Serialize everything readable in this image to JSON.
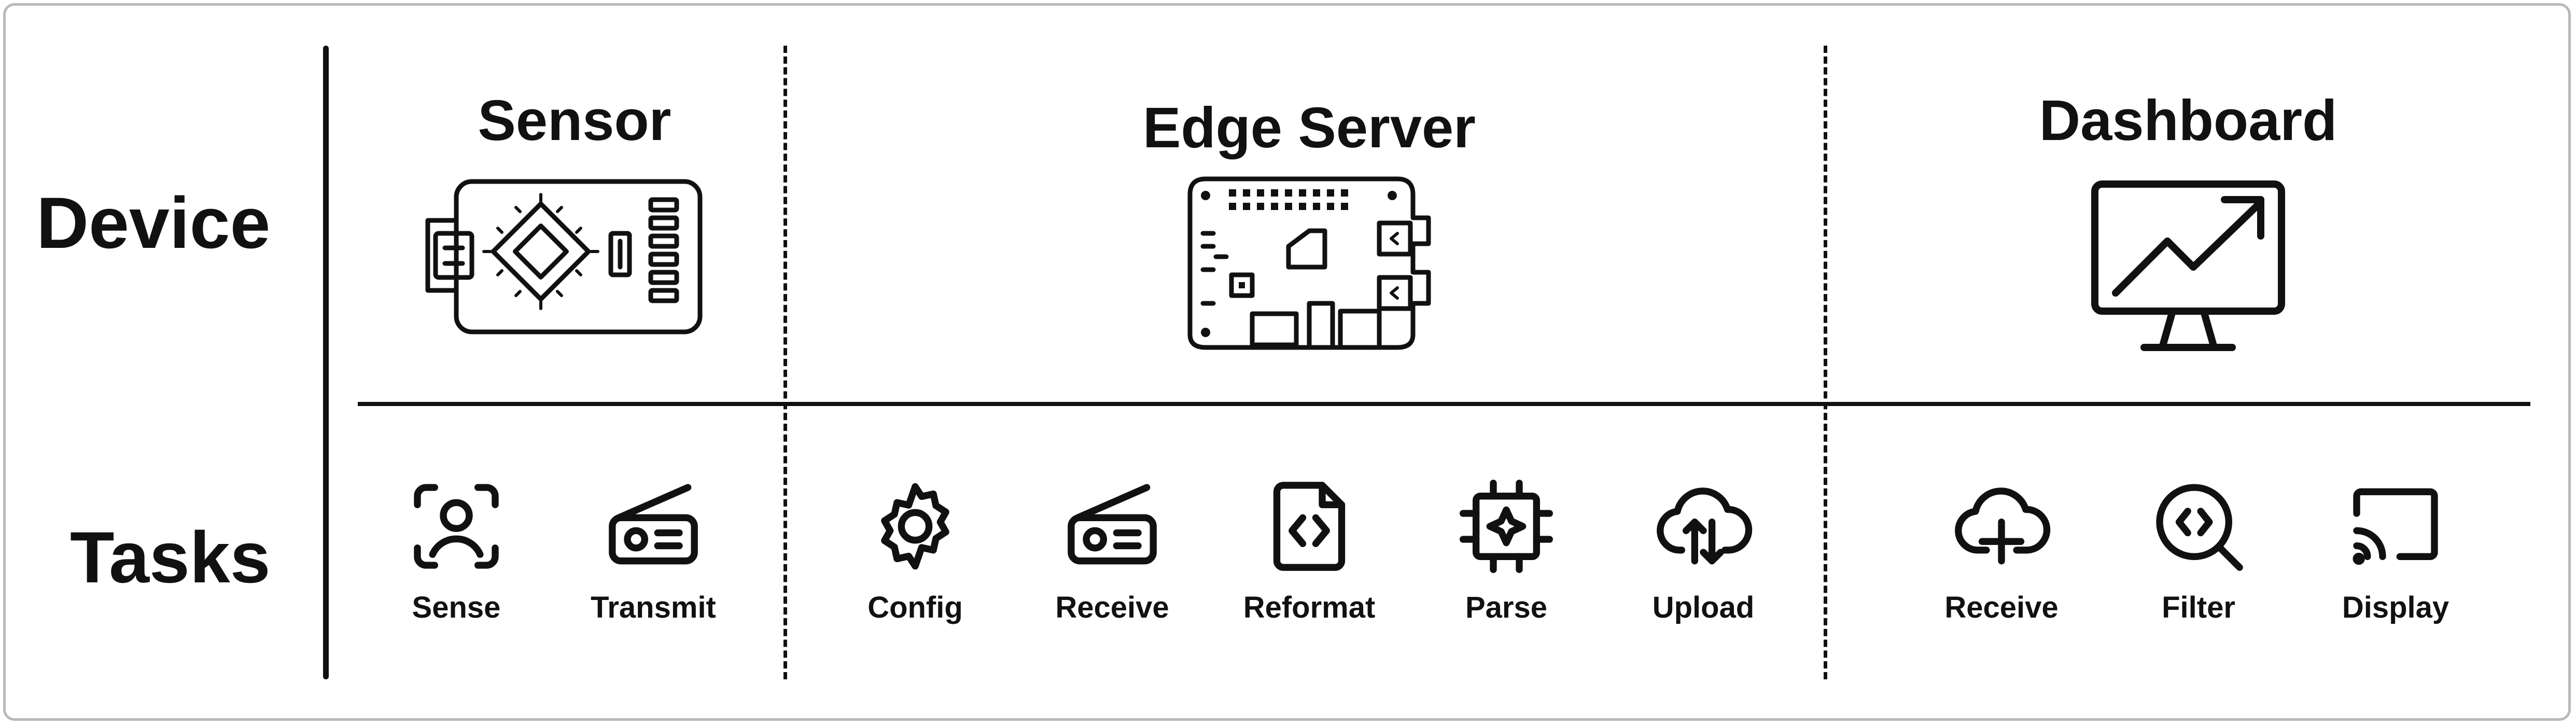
{
  "rows": {
    "device": "Device",
    "tasks": "Tasks"
  },
  "devices": [
    {
      "name": "Sensor",
      "icon": "microcontroller-board-icon"
    },
    {
      "name": "Edge Server",
      "icon": "single-board-computer-icon"
    },
    {
      "name": "Dashboard",
      "icon": "monitor-chart-icon"
    }
  ],
  "tasks": {
    "sensor": [
      {
        "label": "Sense",
        "icon": "person-scan-icon"
      },
      {
        "label": "Transmit",
        "icon": "radio-icon"
      }
    ],
    "edge": [
      {
        "label": "Config",
        "icon": "gear-icon"
      },
      {
        "label": "Receive",
        "icon": "radio-icon"
      },
      {
        "label": "Reformat",
        "icon": "code-file-icon"
      },
      {
        "label": "Parse",
        "icon": "processor-chip-icon"
      },
      {
        "label": "Upload",
        "icon": "cloud-sync-icon"
      }
    ],
    "dashboard": [
      {
        "label": "Receive",
        "icon": "cloud-add-icon"
      },
      {
        "label": "Filter",
        "icon": "code-search-icon"
      },
      {
        "label": "Display",
        "icon": "cast-screen-icon"
      }
    ]
  },
  "colors": {
    "ink": "#111111",
    "frame": "#b9b9b9",
    "background": "#ffffff"
  }
}
